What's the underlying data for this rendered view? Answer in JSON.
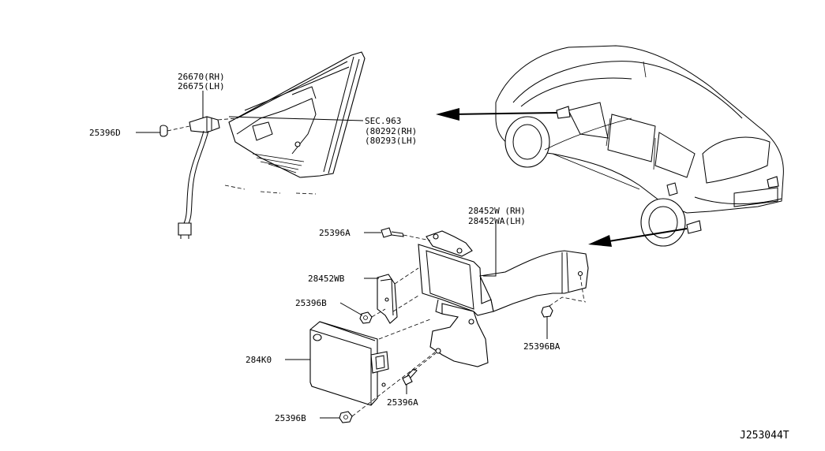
{
  "labels": {
    "p26670": "26670(RH)",
    "p26675": "26675(LH)",
    "p25396d": "25396D",
    "sec963": "SEC.963",
    "p80292": "(80292(RH)",
    "p80293": "(80293(LH)",
    "p28452w": "28452W (RH)",
    "p28452wa": "28452WA(LH)",
    "p25396a_top": "25396A",
    "p28452wb": "28452WB",
    "p25396b_mid": "25396B",
    "p284k0": "284K0",
    "p25396b_bot": "25396B",
    "p25396a_bot": "25396A",
    "p25396ba": "25396BA"
  },
  "diagram_code": "J253044T"
}
